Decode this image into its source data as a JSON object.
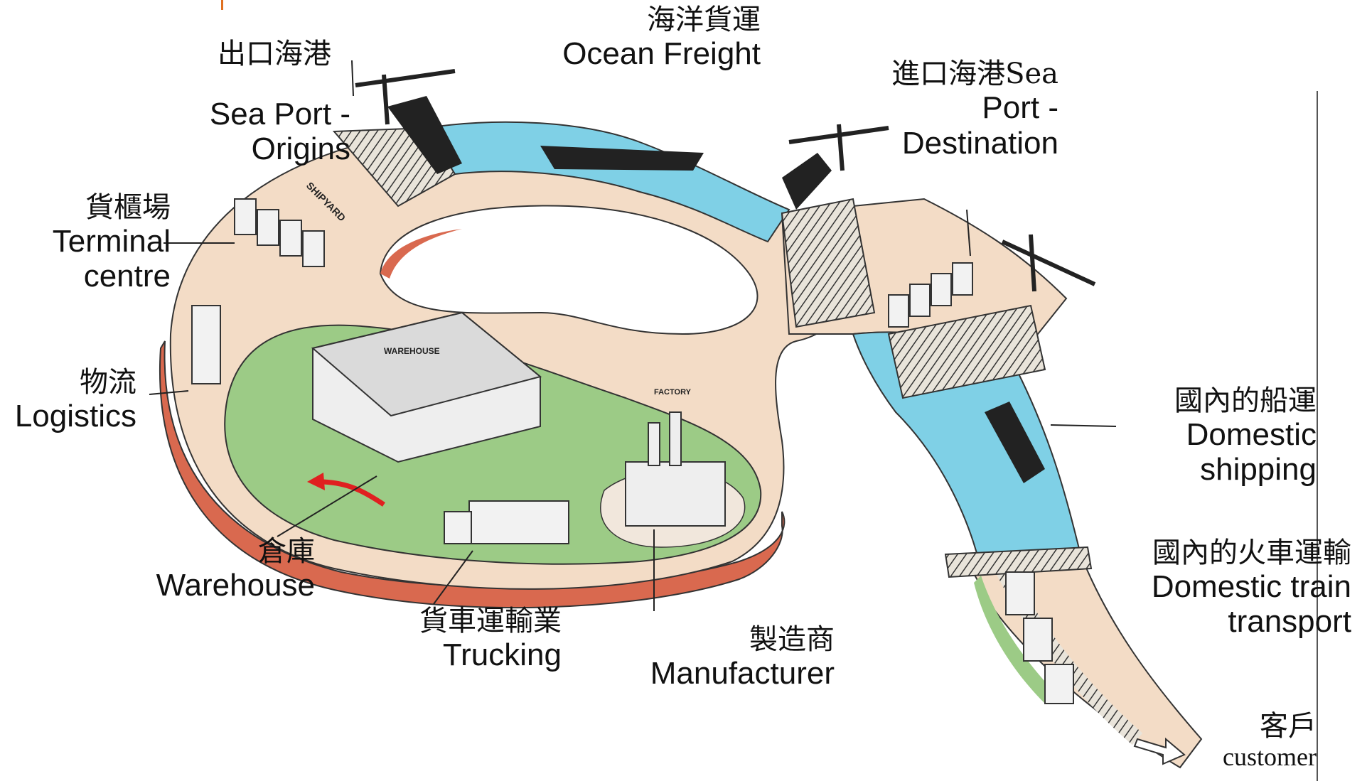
{
  "labels": {
    "sea_port_origins": {
      "zh": "出口海港",
      "en1": "Sea Port -",
      "en2": "Origins"
    },
    "ocean_freight": {
      "zh": "海洋貨運",
      "en": "Ocean Freight"
    },
    "sea_port_destination": {
      "zh_en": "進口海港Sea",
      "en2": "Port -",
      "en3": "Destination"
    },
    "terminal_centre": {
      "zh": "貨櫃場",
      "en1": "Terminal",
      "en2": "centre"
    },
    "logistics": {
      "zh": "物流",
      "en": "Logistics"
    },
    "warehouse": {
      "zh": "倉庫",
      "en": "Warehouse"
    },
    "trucking": {
      "zh": "貨車運輸業",
      "en": "Trucking"
    },
    "manufacturer": {
      "zh": "製造商",
      "en": "Manufacturer"
    },
    "domestic_shipping": {
      "zh": "國內的船運",
      "en1": "Domestic",
      "en2": "shipping"
    },
    "domestic_train": {
      "zh": "國內的火車運輸",
      "en1": "Domestic train",
      "en2": "transport"
    },
    "customer": {
      "zh": "客戶",
      "en": "customer"
    }
  },
  "illustration_text": {
    "shipyard": "SHIPYARD",
    "warehouse_sign": "WAREHOUSE",
    "factory_sign": "FACTORY"
  },
  "colors": {
    "water": "#7fd0e6",
    "land": "#f3dcc6",
    "grass": "#8ec07a",
    "edge": "#c9584e",
    "arrow": "#e02020"
  }
}
